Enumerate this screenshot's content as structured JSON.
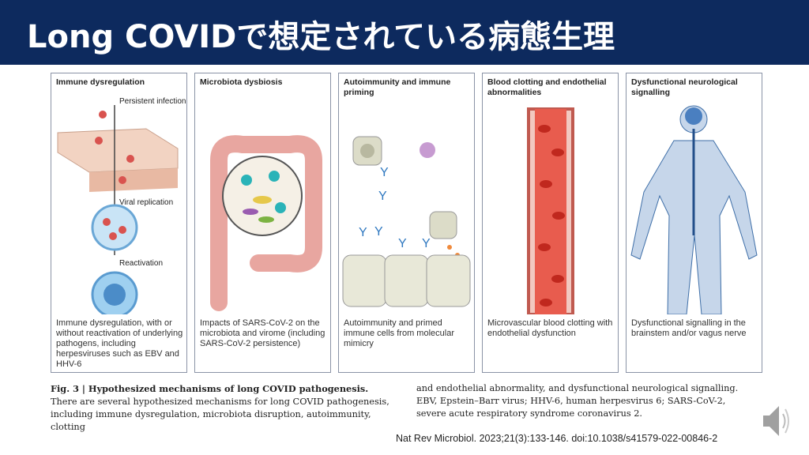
{
  "slide": {
    "title": "Long COVIDで想定されている病態生理"
  },
  "panels": [
    {
      "title": "Immune dysregulation",
      "desc": "Immune dysregulation, with or without reactivation of underlying pathogens, including herpesviruses such as EBV and HHV-6",
      "labels": [
        "Persistent infection",
        "Viral replication",
        "Reactivation"
      ]
    },
    {
      "title": "Microbiota dysbiosis",
      "desc": "Impacts of SARS-CoV-2 on the microbiota and virome (including SARS-CoV-2 persistence)"
    },
    {
      "title": "Autoimmunity and immune priming",
      "desc": "Autoimmunity and primed immune cells from molecular mimicry"
    },
    {
      "title": "Blood clotting and endothelial abnormalities",
      "desc": "Microvascular blood clotting with endothelial dysfunction"
    },
    {
      "title": "Dysfunctional neurological signalling",
      "desc": "Dysfunctional signalling in the brainstem and/or vagus nerve"
    }
  ],
  "caption": {
    "bold": "Fig. 3 | Hypothesized mechanisms of long COVID pathogenesis.",
    "left": " There are several hypothesized mechanisms for long COVID pathogenesis, including immune dysregulation, microbiota disruption, autoimmunity, clotting",
    "right": "and endothelial abnormality, and dysfunctional neurological signalling. EBV, Epstein–Barr virus; HHV-6, human herpesvirus 6; SARS-CoV-2, severe acute respiratory syndrome coronavirus 2."
  },
  "reference": "Nat Rev Microbiol. 2023;21(3):133-146. doi:10.1038/s41579-022-00846-2",
  "icons": {
    "audio": "speaker-icon"
  }
}
